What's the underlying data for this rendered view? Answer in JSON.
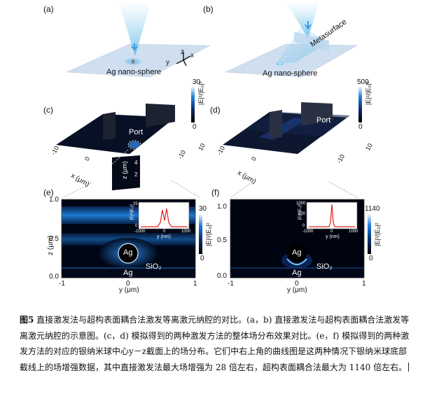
{
  "figure": {
    "panels": {
      "a": {
        "letter": "(a)",
        "label": "Ag nano-sphere",
        "axes": {
          "z": "z",
          "y": "y",
          "x": "x"
        }
      },
      "b": {
        "letter": "(b)",
        "label": "Ag nano-sphere",
        "metasurface": "Metasurface"
      },
      "c": {
        "letter": "(c)",
        "port": "Port",
        "colorbar": {
          "max": "30",
          "min": "0",
          "title": "|E|²/|E₀|²"
        },
        "axis_x": "x (μm)",
        "axis_z": "z (μm)",
        "ticks_left": [
          "-10",
          "0"
        ],
        "ticks_right": [
          "-10",
          "10"
        ],
        "ticks_z": [
          "4",
          "2"
        ]
      },
      "d": {
        "letter": "(d)",
        "port": "Port",
        "colorbar": {
          "max": "500",
          "min": "0",
          "title": "|E|²/|E₀|²"
        },
        "axis_x": "x (μm)",
        "ticks_left": [
          "-10",
          "0"
        ],
        "ticks_right": [
          "-10",
          "10"
        ]
      },
      "e": {
        "letter": "(e)",
        "ylabel": "z (μm)",
        "xlabel": "y (μm)",
        "yticks": [
          "1.0",
          "0.5",
          "0.0"
        ],
        "xticks": [
          "-1",
          "0",
          "1"
        ],
        "ag_top": "Ag",
        "ag_bottom": "Ag",
        "substrate": "SiO₂",
        "colorbar": {
          "max": "30",
          "min": "0",
          "title": "|E|²/|E₀|²"
        },
        "inset": {
          "ylabel": "|E|²/|E₀|²",
          "yticks": [
            "25",
            "0"
          ],
          "xticks": [
            "-1000",
            "0",
            "1000"
          ],
          "xlabel": "y (nm)"
        }
      },
      "f": {
        "letter": "(f)",
        "xlabel": "y (μm)",
        "yticks": [
          "1.0",
          "0.5",
          "0.0"
        ],
        "xticks": [
          "-1",
          "0",
          "1"
        ],
        "ag_top": "Ag",
        "ag_bottom": "Ag",
        "substrate": "SiO₂",
        "colorbar": {
          "max": "1140",
          "min": "0",
          "title": "|E|²/|E₀|²"
        },
        "inset": {
          "ylabel": "|E|²/|E₀|²",
          "yticks": [
            "1000",
            "500",
            "0"
          ],
          "xticks": [
            "-1000",
            "0",
            "1000"
          ],
          "xlabel": "y (nm)"
        }
      }
    }
  },
  "caption": {
    "label": "图5",
    "text": " 直接激发法与超构表面耦合法激发等离激元纳腔的对比。(a，b) 直接激发法与超构表面耦合法激发等离激元纳腔的示意图。(c，d) 模拟得到的两种激发方法的整体场分布效果对比。(e，f) 模拟得到的两种激发方法的对应的银纳米球中心y－z截面上的场分布。它们中右上角的曲线图是这两种情况下银纳米球底部截线上的场增强数据，其中直接激发法最大场增强为 28 倍左右，超构表面耦合法最大为 1140 倍左右。"
  }
}
